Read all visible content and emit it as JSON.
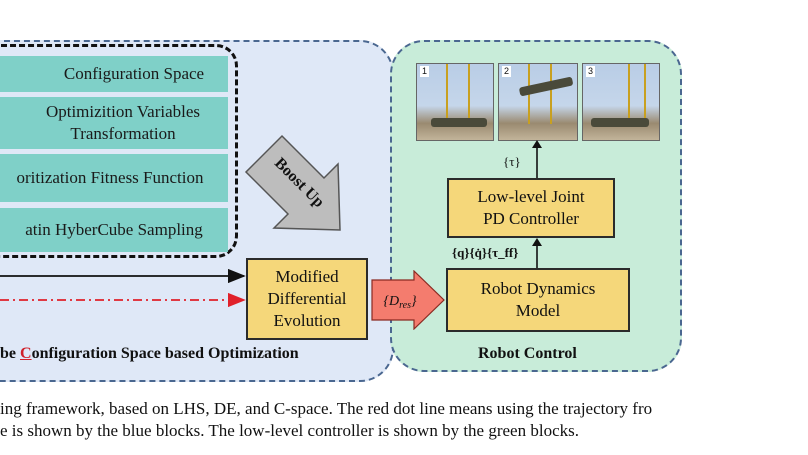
{
  "optimization_panel": {
    "items": [
      "Configuration Space",
      "Optimizition Variables",
      "Transformation",
      "oritization Fitness Function",
      "atin HyberCube Sampling"
    ],
    "boost_label": "Boost Up",
    "de_box": [
      "Modified",
      "Differential",
      "Evolution"
    ],
    "title_prefix": "be ",
    "title_highlight": "C",
    "title_rest": "onfiguration Space based Optimization",
    "colors": {
      "panel": "#dfe8f7",
      "item": "#7fd0c8",
      "box": "#f5d77a",
      "dash_red": "#e0202a"
    }
  },
  "transfer_label": "{D_res}",
  "control_panel": {
    "photos": [
      "1",
      "2",
      "3"
    ],
    "tau_label": "{τ}",
    "pd_box": [
      "Low-level Joint",
      "PD Controller"
    ],
    "state_label": "{q}{q̇}{τ_ff}",
    "dynamics_box": [
      "Robot Dynamics",
      "Model"
    ],
    "title": "Robot Control",
    "colors": {
      "panel": "#c8ecd9"
    }
  },
  "caption": {
    "line1": "ing framework, based on LHS, DE, and C-space. The red dot line means using the trajectory fro",
    "line2": "e is shown by the blue blocks. The low-level controller is shown by the green blocks."
  }
}
